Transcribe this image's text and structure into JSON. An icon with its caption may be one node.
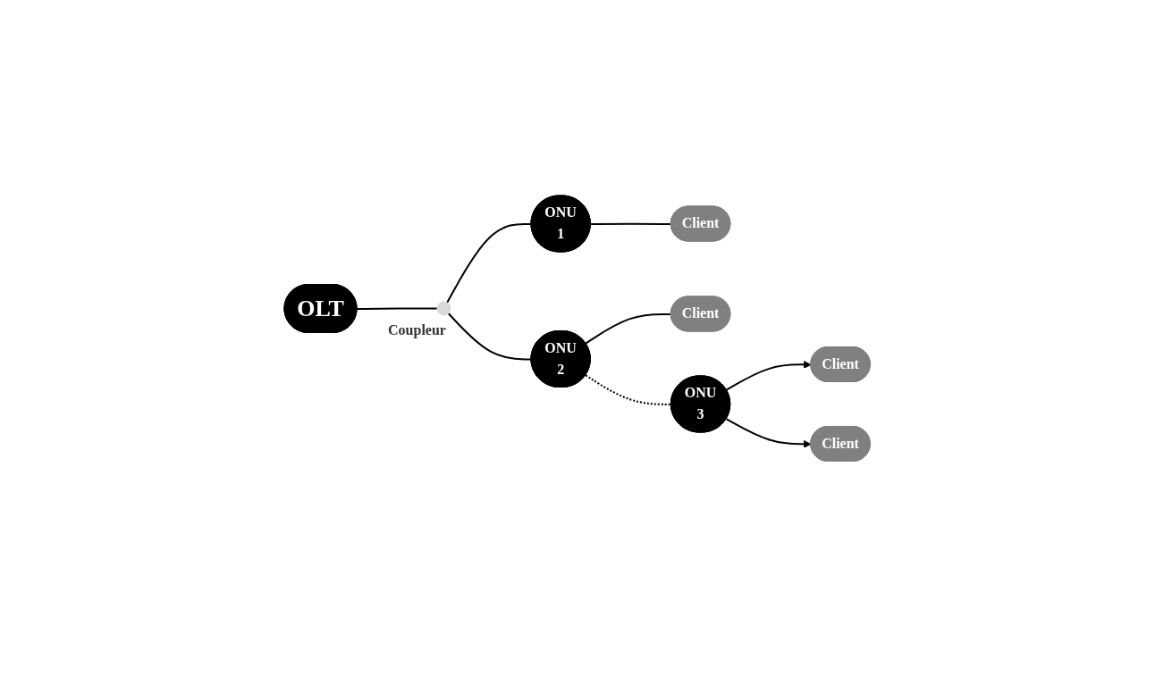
{
  "diagram": {
    "nodes": [
      {
        "text": [
          "OLT"
        ]
      },
      {
        "text": [],
        "shape": "circle",
        "beside": [
          "Coupleur"
        ]
      },
      {
        "text": [
          "ONU",
          "1"
        ]
      },
      {
        "text": [
          "Client"
        ]
      },
      {
        "text": [
          "ONU",
          "2"
        ]
      },
      {
        "text": [
          "Client"
        ]
      },
      {
        "text": [
          "ONU",
          "3"
        ]
      },
      {
        "text": [
          "Client"
        ]
      },
      {
        "text": [
          "Client"
        ]
      }
    ],
    "edges": [
      {
        "from": 0,
        "to": 1,
        "arrow": "none"
      },
      {
        "from": 1,
        "to": 2,
        "arrow": "none"
      },
      {
        "from": 1,
        "to": 4,
        "arrow": "none"
      },
      {
        "from": 2,
        "to": 3,
        "arrow": "none"
      },
      {
        "from": 4,
        "to": 5,
        "arrow": "none"
      },
      {
        "from": 4,
        "to": 6,
        "arrow": "none",
        "style": "dashed"
      },
      {
        "from": 6,
        "to": 7,
        "arrow": "to"
      },
      {
        "from": 6,
        "to": 8,
        "arrow": "to"
      }
    ]
  }
}
